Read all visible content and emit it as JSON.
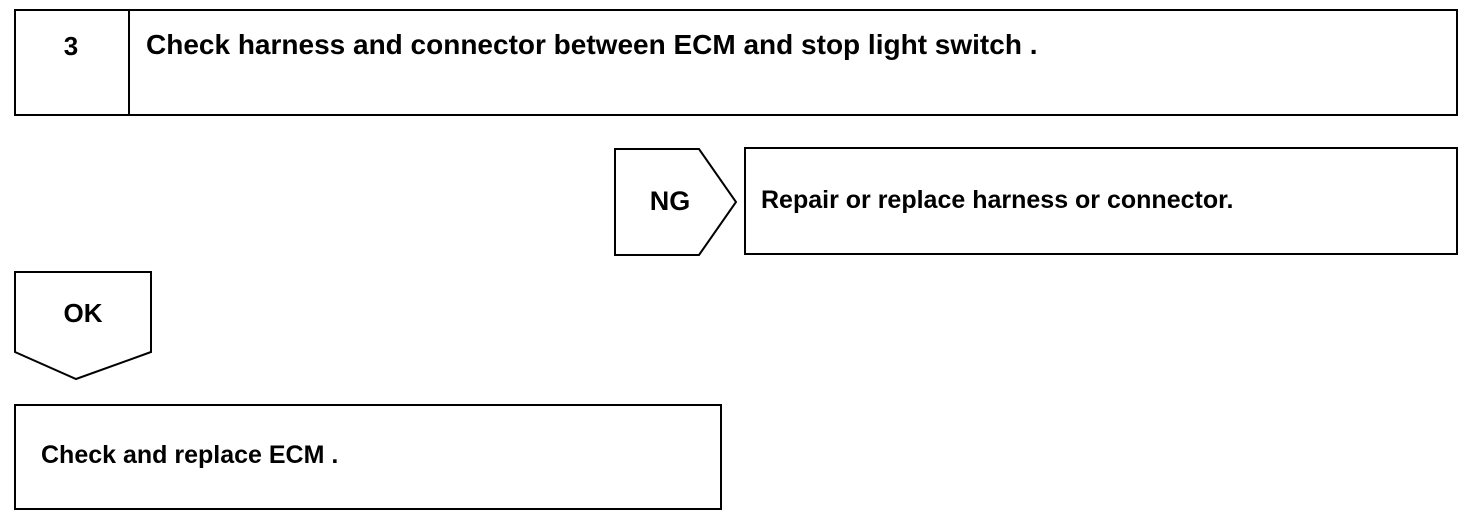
{
  "step": {
    "number": "3",
    "title": "Check harness and connector between ECM and stop light switch ."
  },
  "ng_branch": {
    "label": "NG",
    "action": "Repair or replace harness or connector."
  },
  "ok_branch": {
    "label": "OK"
  },
  "final_step": {
    "action": "Check and replace ECM ."
  },
  "colors": {
    "line": "#000000",
    "background": "#ffffff"
  }
}
